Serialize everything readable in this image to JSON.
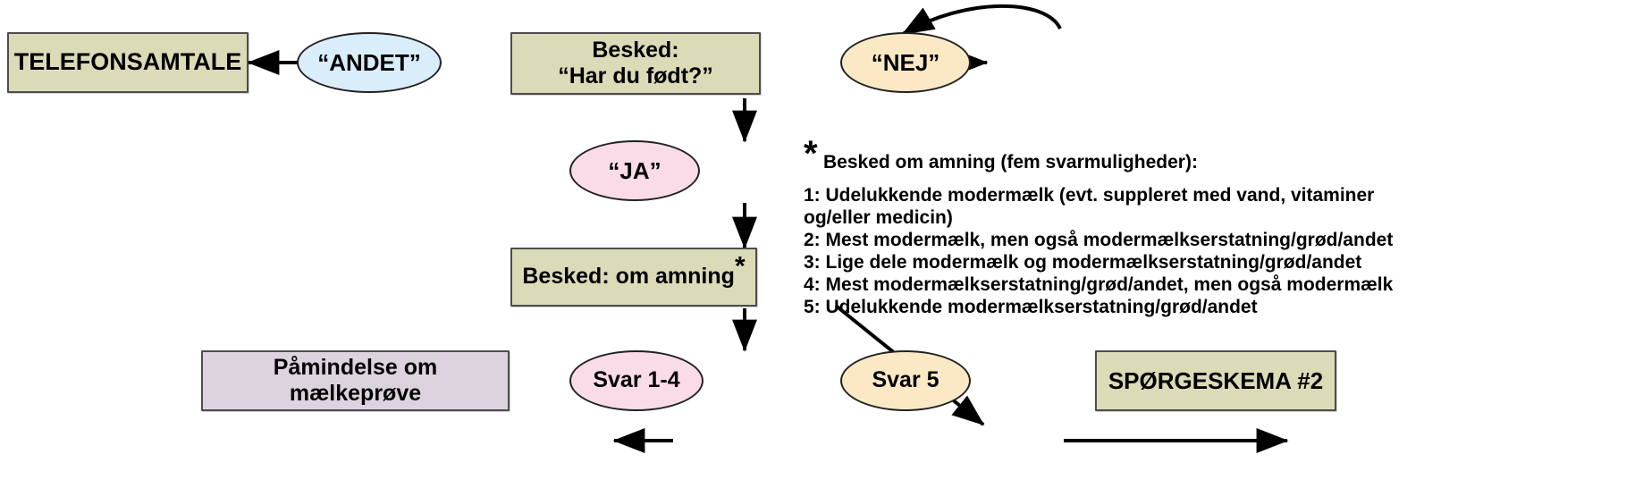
{
  "diagram": {
    "type": "flowchart",
    "title": "",
    "nodes": [
      {
        "id": "telefonsamtale",
        "label": "TELEFONSAMTALE",
        "shape": "box",
        "fill": "#dcdbb8"
      },
      {
        "id": "andet",
        "label": "“ANDET”",
        "shape": "ellipse",
        "fill": "#d9edfa"
      },
      {
        "id": "besked_fodt_line1",
        "label": "Besked:",
        "shape": "box",
        "fill": "#dcdbb8"
      },
      {
        "id": "besked_fodt_line2",
        "label": "“Har du født?”",
        "shape": "box",
        "fill": "#dcdbb8"
      },
      {
        "id": "nej",
        "label": "“NEJ”",
        "shape": "ellipse",
        "fill": "#fbe9c5"
      },
      {
        "id": "ja",
        "label": "“JA”",
        "shape": "ellipse",
        "fill": "#fadce8"
      },
      {
        "id": "besked_amning",
        "label": "Besked: om amning",
        "marker": "*",
        "shape": "box",
        "fill": "#dcdbb8"
      },
      {
        "id": "svar_1_4",
        "label": "Svar 1-4",
        "shape": "ellipse",
        "fill": "#fadce8"
      },
      {
        "id": "paamindelse",
        "label": "Påmindelse om mælkeprøve",
        "shape": "box",
        "fill": "#ddd3de"
      },
      {
        "id": "svar_5",
        "label": "Svar 5",
        "shape": "ellipse",
        "fill": "#fbe9c5"
      },
      {
        "id": "sporgeskema",
        "label": "SPØRGESKEMA #2",
        "shape": "box",
        "fill": "#dcdbb8"
      }
    ],
    "edges": [
      {
        "from": "besked_fodt",
        "to": "andet",
        "style": "straight-arrow"
      },
      {
        "from": "andet",
        "to": "telefonsamtale",
        "style": "straight-arrow"
      },
      {
        "from": "besked_fodt",
        "to": "nej",
        "style": "straight-arrow"
      },
      {
        "from": "nej",
        "to": "besked_fodt",
        "style": "curved-arrow"
      },
      {
        "from": "besked_fodt",
        "to": "ja",
        "style": "straight-arrow"
      },
      {
        "from": "ja",
        "to": "besked_amning",
        "style": "straight-arrow"
      },
      {
        "from": "besked_amning",
        "to": "svar_1_4",
        "style": "straight-arrow"
      },
      {
        "from": "besked_amning",
        "to": "svar_5",
        "style": "diagonal-arrow"
      },
      {
        "from": "svar_1_4",
        "to": "paamindelse",
        "style": "straight-arrow"
      },
      {
        "from": "svar_5",
        "to": "sporgeskema",
        "style": "straight-arrow"
      }
    ]
  },
  "legend": {
    "marker": "*",
    "heading": "Besked om amning (fem svarmuligheder):",
    "items": [
      "1: Udelukkende modermælk (evt. suppleret med vand, vitaminer\nog/eller medicin)",
      "2: Mest modermælk, men også modermælkserstatning/grød/andet",
      "3: Lige dele modermælk og modermælkserstatning/grød/andet",
      "4: Mest modermælkserstatning/grød/andet, men også modermælk",
      "5: Udelukkende modermælkserstatning/grød/andet"
    ]
  },
  "colors": {
    "khaki": "#dcdbb8",
    "lavender": "#ddd3de",
    "light_blue": "#d9edfa",
    "cream": "#fbe9c5",
    "pink": "#fadce8",
    "stroke": "#000000",
    "background": "#ffffff"
  }
}
